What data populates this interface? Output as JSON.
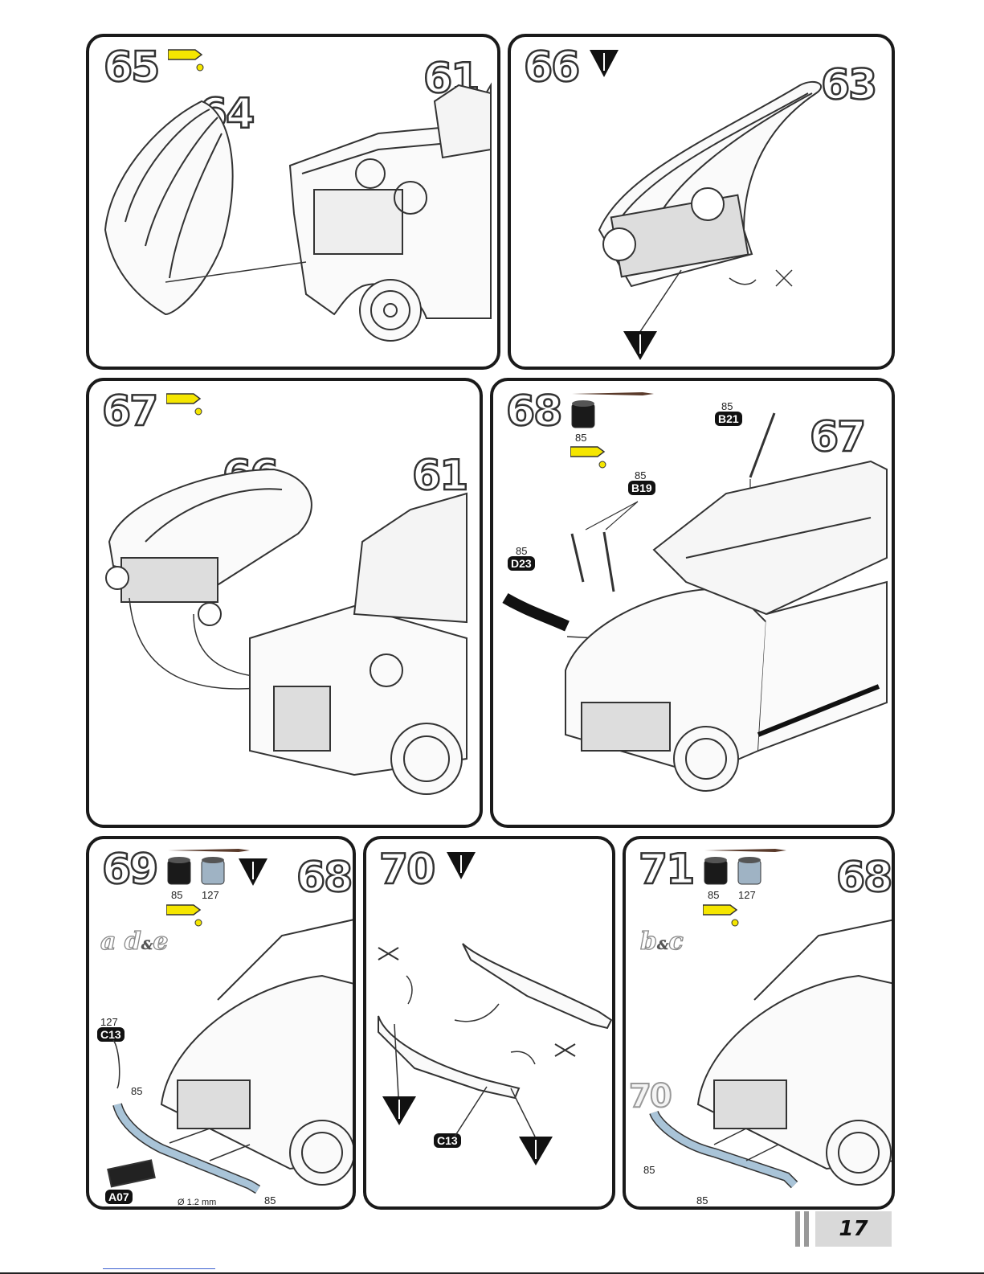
{
  "steps": [
    {
      "number": "65",
      "refs": [
        "64",
        "61"
      ]
    },
    {
      "number": "66",
      "refs": [
        "63"
      ]
    },
    {
      "number": "67",
      "refs": [
        "66",
        "61"
      ]
    },
    {
      "number": "68",
      "refs": [
        "67"
      ],
      "paint_code": "85",
      "parts": [
        {
          "code": "B21",
          "paint": "85"
        },
        {
          "code": "B19",
          "paint": "85"
        },
        {
          "code": "D23",
          "paint": "85"
        }
      ]
    },
    {
      "number": "69",
      "refs": [
        "68"
      ],
      "paints": [
        "85",
        "127"
      ],
      "variants": [
        "a",
        "d",
        "e"
      ],
      "parts": [
        {
          "code": "C13",
          "paint": "127"
        },
        {
          "code": "A07"
        }
      ],
      "callouts": [
        "85",
        "85"
      ],
      "dimension": "Ø 1.2 mm"
    },
    {
      "number": "70",
      "parts": [
        {
          "code": "C13"
        }
      ]
    },
    {
      "number": "71",
      "refs": [
        "68",
        "70"
      ],
      "paints": [
        "85",
        "127"
      ],
      "variants": [
        "b",
        "c"
      ],
      "callouts": [
        "85",
        "85"
      ]
    }
  ],
  "footer": {
    "page_number": "17"
  },
  "icons": [
    "glue-tube-icon",
    "cut-marker-icon",
    "paint-pot-black-icon",
    "paint-pot-blue-icon",
    "brush-icon",
    "remove-part-icon"
  ],
  "colors": {
    "glue": "#f5e600",
    "bumper_blue": "#a9c4d8",
    "paint_black": "#1a1a1a",
    "paint_blue_gray": "#9fb3c4"
  }
}
